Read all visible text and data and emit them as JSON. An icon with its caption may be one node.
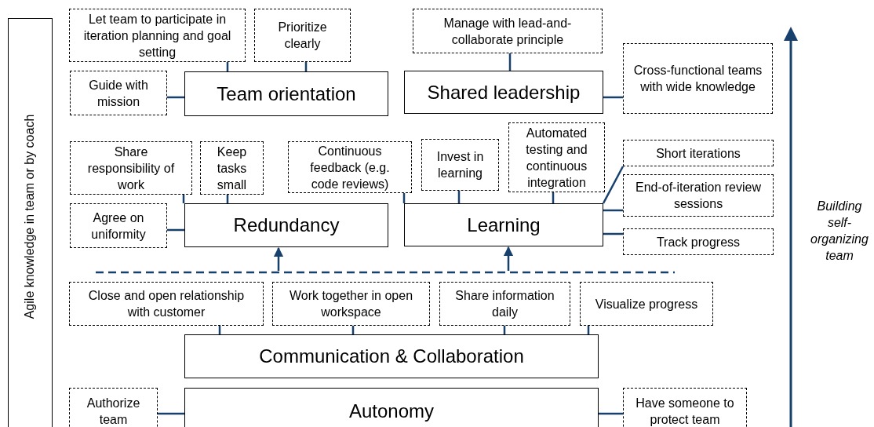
{
  "diagram": {
    "nodes": [
      {
        "text": [
          "Agile knowledge in team or by coach"
        ]
      },
      {
        "text": [
          "Let team to participate in iteration planning and goal setting"
        ]
      },
      {
        "text": [
          "Prioritize clearly"
        ]
      },
      {
        "text": [
          "Manage with lead-and-collaborate principle"
        ]
      },
      {
        "text": [
          "Guide with mission"
        ]
      },
      {
        "text": [
          "Team orientation"
        ]
      },
      {
        "text": [
          "Shared leadership"
        ]
      },
      {
        "text": [
          "Cross-functional teams with wide knowledge"
        ]
      },
      {
        "text": [
          "Share responsibility of work"
        ]
      },
      {
        "text": [
          "Keep tasks small"
        ]
      },
      {
        "text": [
          "Continuous feedback (e.g. code reviews)"
        ]
      },
      {
        "text": [
          "Invest in learning"
        ]
      },
      {
        "text": [
          "Automated testing and continuous integration"
        ]
      },
      {
        "text": [
          "Short iterations"
        ]
      },
      {
        "text": [
          "End-of-iteration review sessions"
        ]
      },
      {
        "text": [
          "Agree on uniformity"
        ]
      },
      {
        "text": [
          "Redundancy"
        ]
      },
      {
        "text": [
          "Learning"
        ]
      },
      {
        "text": [
          "Track progress"
        ]
      },
      {
        "text": [
          "Close and open relationship with customer"
        ]
      },
      {
        "text": [
          "Work together in open workspace"
        ]
      },
      {
        "text": [
          "Share information daily"
        ]
      },
      {
        "text": [
          "Visualize progress"
        ]
      },
      {
        "text": [
          "Communication & Collaboration"
        ]
      },
      {
        "text": [
          "Authorize team"
        ]
      },
      {
        "text": [
          "Autonomy"
        ]
      },
      {
        "text": [
          "Have someone to protect team"
        ]
      },
      {
        "text": [],
        "shape": "bar"
      }
    ],
    "edges": [
      {
        "from": 1,
        "to": 5,
        "arrow": "none"
      },
      {
        "from": 2,
        "to": 5,
        "arrow": "none"
      },
      {
        "from": 3,
        "to": 6,
        "arrow": "none"
      },
      {
        "from": 4,
        "to": 5,
        "arrow": "none"
      },
      {
        "from": 6,
        "to": 7,
        "arrow": "none"
      },
      {
        "from": 8,
        "to": 16,
        "arrow": "none"
      },
      {
        "from": 9,
        "to": 16,
        "arrow": "none"
      },
      {
        "from": 10,
        "to": 17,
        "arrow": "none"
      },
      {
        "from": 11,
        "to": 17,
        "arrow": "none"
      },
      {
        "from": 12,
        "to": 17,
        "arrow": "none"
      },
      {
        "from": 13,
        "to": 17,
        "arrow": "none"
      },
      {
        "from": 14,
        "to": 17,
        "arrow": "none"
      },
      {
        "from": 15,
        "to": 16,
        "arrow": "none"
      },
      {
        "from": 18,
        "to": 17,
        "arrow": "none"
      },
      {
        "from": 19,
        "to": 23,
        "arrow": "none"
      },
      {
        "from": 20,
        "to": 23,
        "arrow": "none"
      },
      {
        "from": 21,
        "to": 23,
        "arrow": "none"
      },
      {
        "from": 22,
        "to": 23,
        "arrow": "none"
      },
      {
        "from": 24,
        "to": 25,
        "arrow": "none"
      },
      {
        "from": 26,
        "to": 25,
        "arrow": "none"
      },
      {
        "from": 27,
        "to": 16,
        "arrow": "to"
      },
      {
        "from": 27,
        "to": 17,
        "arrow": "to"
      }
    ],
    "labels": [
      "Building self-organizing team"
    ]
  }
}
